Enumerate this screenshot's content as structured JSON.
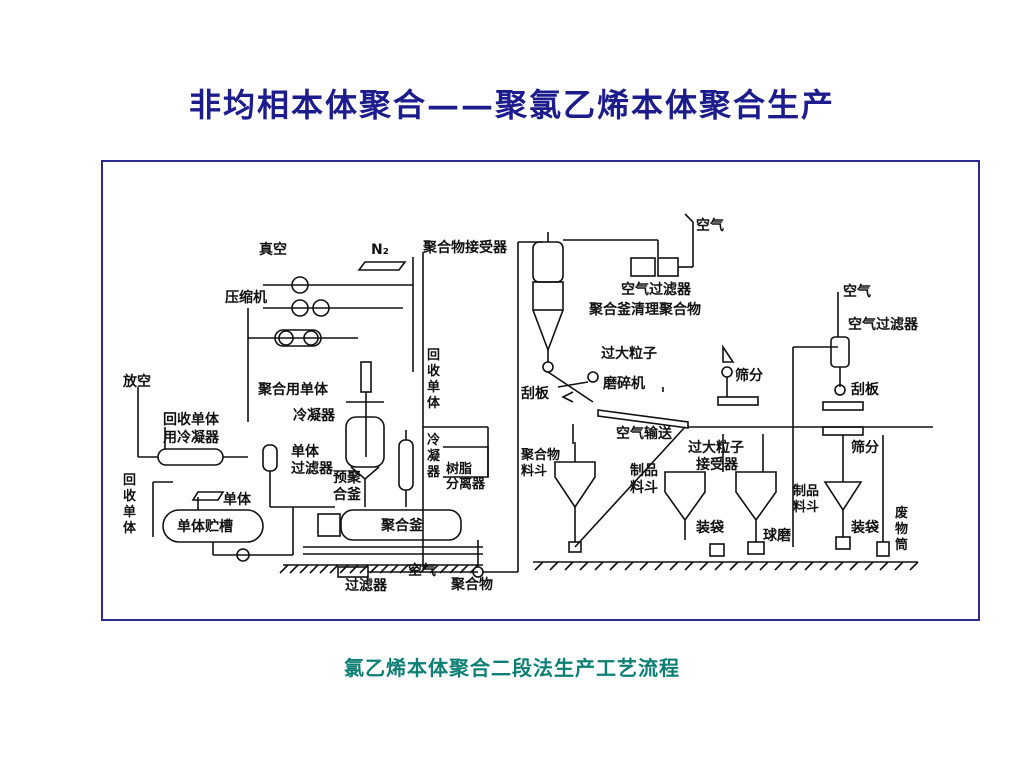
{
  "slide": {
    "title": "非均相本体聚合——聚氯乙烯本体聚合生产",
    "caption": "氯乙烯本体聚合二段法生产工艺流程"
  },
  "diagram": {
    "labels": {
      "vacuum": "真空",
      "n2": "N₂",
      "compressor": "压缩机",
      "vent": "放空",
      "recovered_monomer_condenser": [
        "回收单体",
        "用冷凝器"
      ],
      "recovered_monomer_left": [
        "回",
        "收",
        "单",
        "体"
      ],
      "monomer": "单体",
      "monomer_tank": "单体贮槽",
      "monomer_filter": [
        "单体",
        "过滤器"
      ],
      "polymerization_monomer": "聚合用单体",
      "condenser": "冷凝器",
      "recovered_monomer_right": [
        "回",
        "收",
        "单",
        "体"
      ],
      "condenser_vertical": [
        "冷",
        "凝",
        "器"
      ],
      "resin_separator": [
        "树脂",
        "分离器"
      ],
      "prepolymerizer": [
        "预聚",
        "合釜"
      ],
      "polymerizer": "聚合釜",
      "filter": "过滤器",
      "air_bottom": "空气",
      "polymer": "聚合物",
      "polymer_receiver": "聚合物接受器",
      "air_top": "空气",
      "air_filter_top": "空气过滤器",
      "kettle_cleaning_polymer": "聚合釜清理聚合物",
      "oversize_particles": "过大粒子",
      "scraper_left": "刮板",
      "grinder": "磨碎机",
      "air_conveying": "空气输送",
      "polymer_hopper": [
        "聚合物",
        "料斗"
      ],
      "product_hopper": [
        "制品",
        "料斗"
      ],
      "oversize_receiver": [
        "过大粒子",
        "接受器"
      ],
      "sieving_top": "筛分",
      "bagging_mid": "装袋",
      "ball_mill": "球磨",
      "air_right": "空气",
      "air_filter_right": "空气过滤器",
      "scraper_right": "刮板",
      "sieving_right": "筛分",
      "product_hopper_right": [
        "制品",
        "料斗"
      ],
      "bagging_right": "装袋",
      "waste_drum": [
        "废",
        "物",
        "筒"
      ]
    }
  }
}
